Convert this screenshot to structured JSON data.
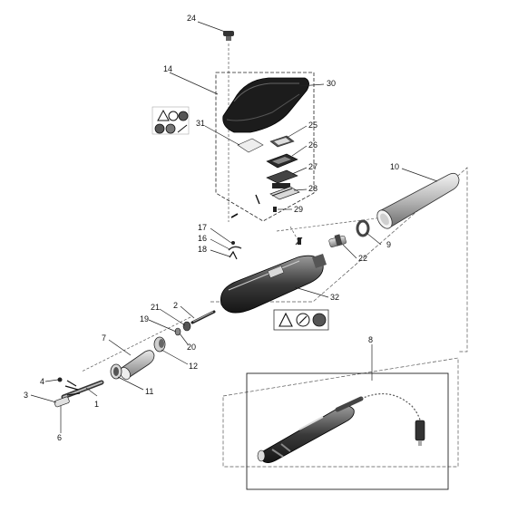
{
  "callouts": [
    {
      "id": "c24",
      "label": "24"
    },
    {
      "id": "c14",
      "label": "14"
    },
    {
      "id": "c30",
      "label": "30"
    },
    {
      "id": "c31",
      "label": "31"
    },
    {
      "id": "c25",
      "label": "25"
    },
    {
      "id": "c26",
      "label": "26"
    },
    {
      "id": "c27",
      "label": "27"
    },
    {
      "id": "c28",
      "label": "28"
    },
    {
      "id": "c29",
      "label": "29"
    },
    {
      "id": "c10",
      "label": "10"
    },
    {
      "id": "c9",
      "label": "9"
    },
    {
      "id": "c22",
      "label": "22"
    },
    {
      "id": "c17",
      "label": "17"
    },
    {
      "id": "c16",
      "label": "16"
    },
    {
      "id": "c18",
      "label": "18"
    },
    {
      "id": "c32",
      "label": "32"
    },
    {
      "id": "c2",
      "label": "2"
    },
    {
      "id": "c21",
      "label": "21"
    },
    {
      "id": "c19",
      "label": "19"
    },
    {
      "id": "c20",
      "label": "20"
    },
    {
      "id": "c7",
      "label": "7"
    },
    {
      "id": "c12",
      "label": "12"
    },
    {
      "id": "c4",
      "label": "4"
    },
    {
      "id": "c3",
      "label": "3"
    },
    {
      "id": "c1",
      "label": "1"
    },
    {
      "id": "c11",
      "label": "11"
    },
    {
      "id": "c6",
      "label": "6"
    },
    {
      "id": "c8",
      "label": "8"
    }
  ],
  "colors": {
    "line": "#111111",
    "part_dark": "#1a1a1a",
    "part_mid": "#6b6b6b",
    "part_light": "#bdbdbd",
    "dash": "#555555"
  }
}
